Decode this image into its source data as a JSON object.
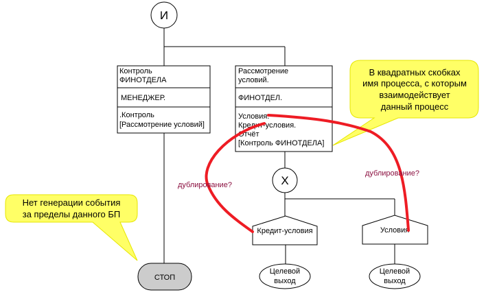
{
  "and_node": {
    "label": "И"
  },
  "xor_node": {
    "label": "X"
  },
  "function_left": {
    "title_lines": [
      "Контроль",
      "ФИНОТДЕЛА"
    ],
    "role": "МЕНЕДЖЕР.",
    "io_lines": [
      ".Контроль",
      "[Рассмотрение условий]"
    ]
  },
  "function_right": {
    "title_lines": [
      "Рассмотрение",
      "условий."
    ],
    "role": "ФИНОТДЕЛ.",
    "io_lines": [
      "Условия.",
      "Кредит-условия.",
      "Отчёт",
      "[Контроль ФИНОТДЕЛА]"
    ]
  },
  "events": [
    {
      "label": "Кредит-условия"
    },
    {
      "label": "Условия"
    }
  ],
  "targets": [
    {
      "lines": [
        "Целевой",
        "выход"
      ]
    },
    {
      "lines": [
        "Целевой",
        "выход"
      ]
    }
  ],
  "stop": {
    "label": "СТОП"
  },
  "callout_right": {
    "lines": [
      "В квадратных скобках",
      "имя процесса, с которым",
      "взаимодействует",
      "данный процесс"
    ]
  },
  "callout_left": {
    "lines": [
      "Нет генерации события",
      "за пределы данного БП"
    ]
  },
  "annotations": [
    {
      "label": "дублирование?"
    },
    {
      "label": "дублирование?"
    }
  ],
  "colors": {
    "callout": "#ffff66",
    "annotation_stroke": "#ee1c24",
    "annotation_text": "#8b1040",
    "stop_fill": "#cccccc"
  }
}
